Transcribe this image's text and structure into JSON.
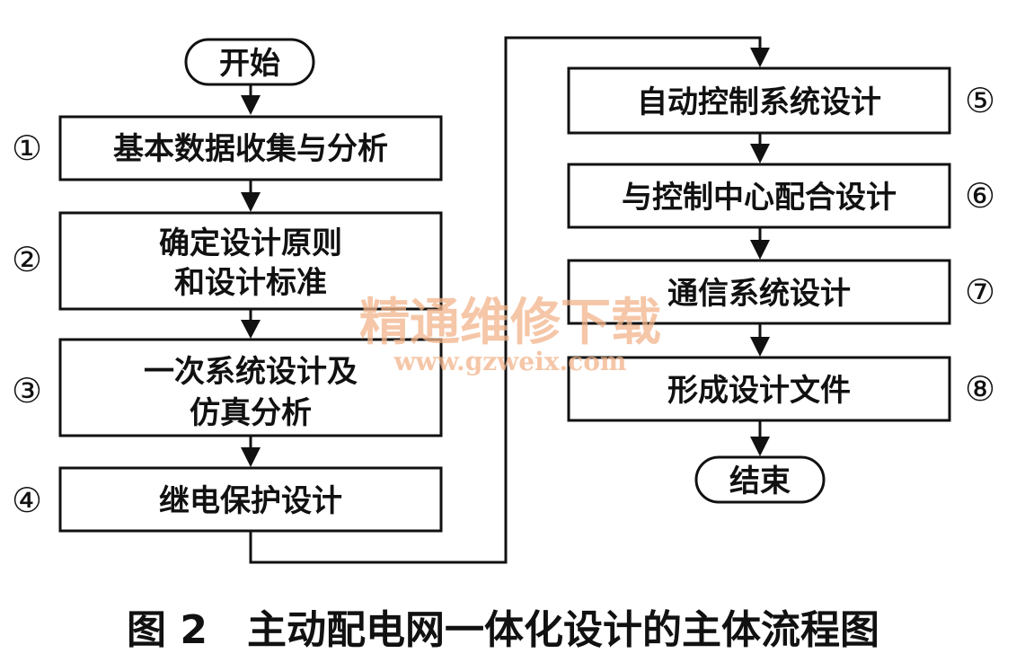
{
  "colors": {
    "ink": "#111111",
    "background": "#ffffff",
    "watermark": "#f2b48a"
  },
  "start": {
    "label": "开始"
  },
  "end": {
    "label": "结束"
  },
  "steps": [
    {
      "number": "①",
      "lines": [
        "基本数据收集与分析"
      ]
    },
    {
      "number": "②",
      "lines": [
        "确定设计原则",
        "和设计标准"
      ]
    },
    {
      "number": "③",
      "lines": [
        "一次系统设计及",
        "仿真分析"
      ]
    },
    {
      "number": "④",
      "lines": [
        "继电保护设计"
      ]
    },
    {
      "number": "⑤",
      "lines": [
        "自动控制系统设计"
      ]
    },
    {
      "number": "⑥",
      "lines": [
        "与控制中心配合设计"
      ]
    },
    {
      "number": "⑦",
      "lines": [
        "通信系统设计"
      ]
    },
    {
      "number": "⑧",
      "lines": [
        "形成设计文件"
      ]
    }
  ],
  "watermark": {
    "title": "精通维修下载",
    "url": "www.gzweix.com"
  },
  "caption": {
    "text": "图 2　主动配电网一体化设计的主体流程图"
  }
}
